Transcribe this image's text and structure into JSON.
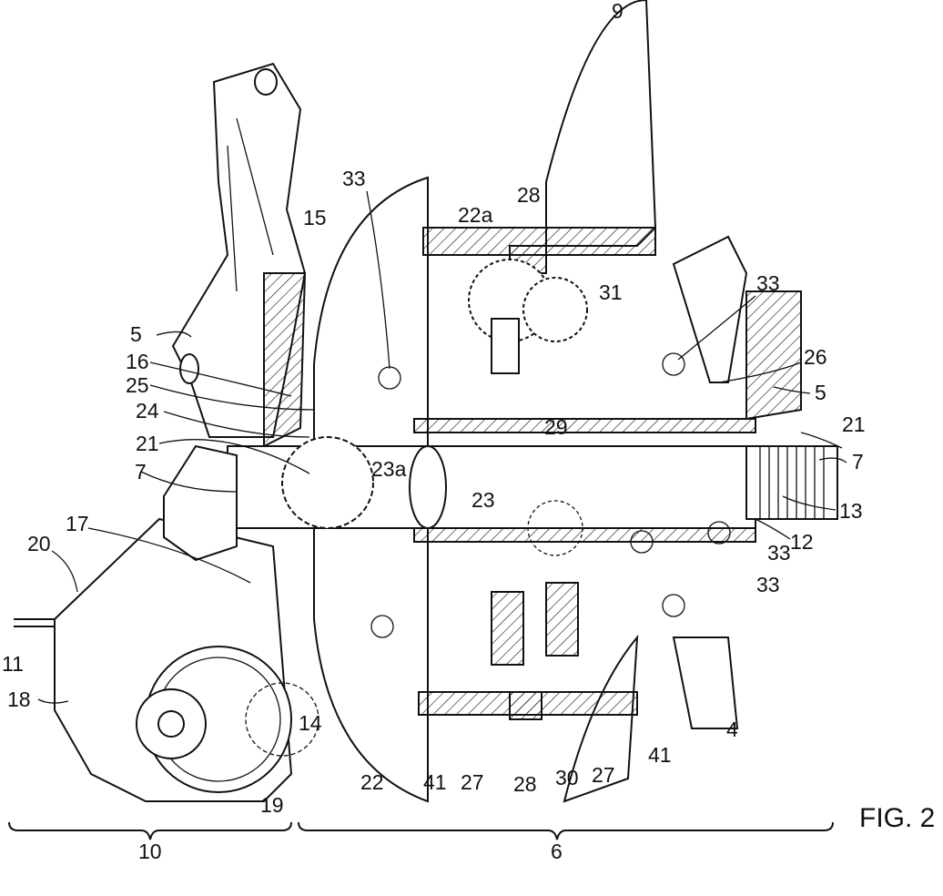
{
  "figure_label": "FIG. 2",
  "labels": [
    "9",
    "28",
    "22a",
    "33",
    "15",
    "33",
    "31",
    "5",
    "16",
    "25",
    "24",
    "21",
    "7",
    "26",
    "5",
    "21",
    "7",
    "23a",
    "23",
    "29",
    "13",
    "12",
    "33",
    "33",
    "17",
    "20",
    "11",
    "18",
    "14",
    "4",
    "41",
    "19",
    "22",
    "41",
    "27",
    "28",
    "30",
    "27"
  ],
  "brace_labels": {
    "left": "10",
    "right": "6"
  }
}
